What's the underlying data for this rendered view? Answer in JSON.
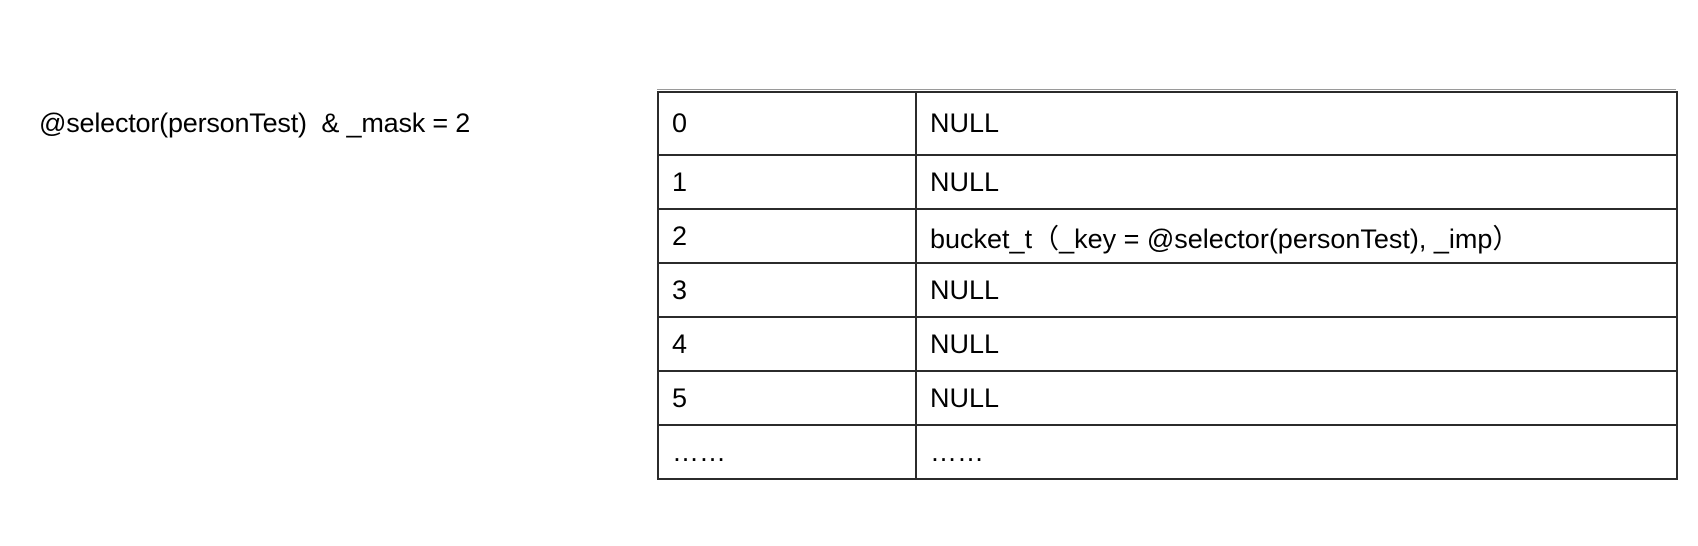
{
  "expression": "@selector(personTest)  & _mask = 2",
  "table": {
    "rows": [
      {
        "index": "0",
        "value": "NULL"
      },
      {
        "index": "1",
        "value": "NULL"
      },
      {
        "index": "2",
        "value": "bucket_t（_key = @selector(personTest), _imp）"
      },
      {
        "index": "3",
        "value": "NULL"
      },
      {
        "index": "4",
        "value": "NULL"
      },
      {
        "index": "5",
        "value": "NULL"
      },
      {
        "index": "……",
        "value": "……"
      }
    ]
  }
}
